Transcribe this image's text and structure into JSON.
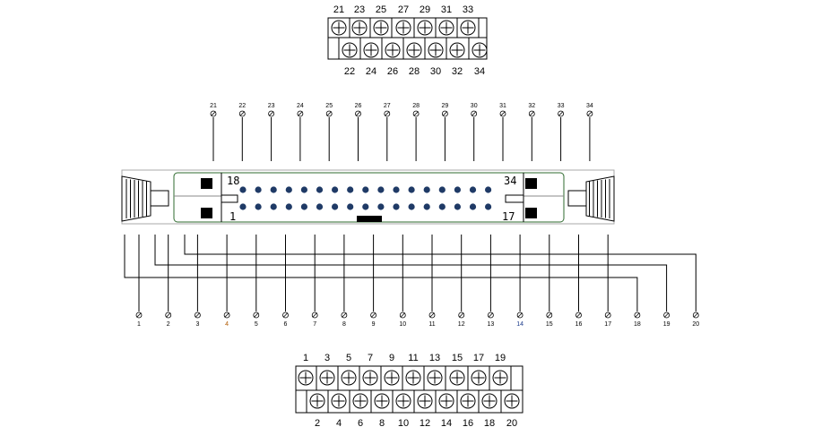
{
  "top_block": {
    "row_top": [
      "21",
      "23",
      "25",
      "27",
      "29",
      "31",
      "33"
    ],
    "row_bottom": [
      "22",
      "24",
      "26",
      "28",
      "30",
      "32",
      "34"
    ]
  },
  "top_pins": [
    "21",
    "22",
    "23",
    "24",
    "25",
    "26",
    "27",
    "28",
    "29",
    "30",
    "31",
    "32",
    "33",
    "34"
  ],
  "connector": {
    "top_left_label": "18",
    "bottom_left_label": "1",
    "top_right_label": "34",
    "bottom_right_label": "17"
  },
  "bottom_pins": [
    "1",
    "2",
    "3",
    "4",
    "5",
    "6",
    "7",
    "8",
    "9",
    "10",
    "11",
    "12",
    "13",
    "14",
    "15",
    "16",
    "17",
    "18",
    "19",
    "20"
  ],
  "bottom_block": {
    "row_top": [
      "1",
      "3",
      "5",
      "7",
      "9",
      "11",
      "13",
      "15",
      "17",
      "19"
    ],
    "row_bottom": [
      "2",
      "4",
      "6",
      "8",
      "10",
      "12",
      "14",
      "16",
      "18",
      "20"
    ]
  },
  "colors": {
    "line": "#000000",
    "gray": "#888888",
    "pin": "#1f3a66",
    "pin_label_orange": "#b05a00",
    "pin_label_blue": "#1a3a8a"
  }
}
